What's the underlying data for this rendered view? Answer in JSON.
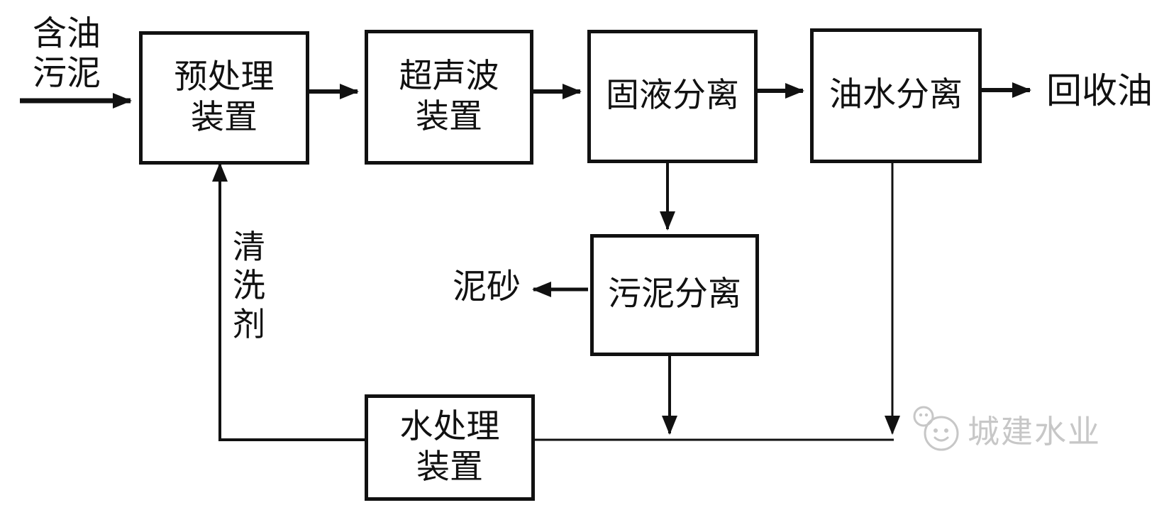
{
  "diagram": {
    "labels": {
      "input": "含油\n污泥",
      "output": "回收油",
      "sediment": "泥砂",
      "cleaning_agent": "清\n洗\n剂"
    },
    "nodes": {
      "pretreatment": "预处理\n装置",
      "ultrasonic": "超声波\n装置",
      "solid_liquid_separation": "固液分离",
      "oil_water_separation": "油水分离",
      "sludge_separation": "污泥分离",
      "water_treatment": "水处理\n装置"
    },
    "edges": [
      {
        "from": "含油污泥",
        "to": "预处理装置"
      },
      {
        "from": "预处理装置",
        "to": "超声波装置"
      },
      {
        "from": "超声波装置",
        "to": "固液分离"
      },
      {
        "from": "固液分离",
        "to": "油水分离"
      },
      {
        "from": "油水分离",
        "to": "回收油"
      },
      {
        "from": "固液分离",
        "to": "污泥分离"
      },
      {
        "from": "污泥分离",
        "to": "泥砂"
      },
      {
        "from": "污泥分离",
        "to": "水处理装置"
      },
      {
        "from": "油水分离",
        "to": "水处理装置"
      },
      {
        "from": "水处理装置",
        "to": "预处理装置",
        "label": "清洗剂"
      }
    ],
    "colors": {
      "line": "#111111",
      "background": "#ffffff",
      "watermark": "#c7c7c7"
    },
    "watermark": {
      "text": "城建水业"
    }
  }
}
